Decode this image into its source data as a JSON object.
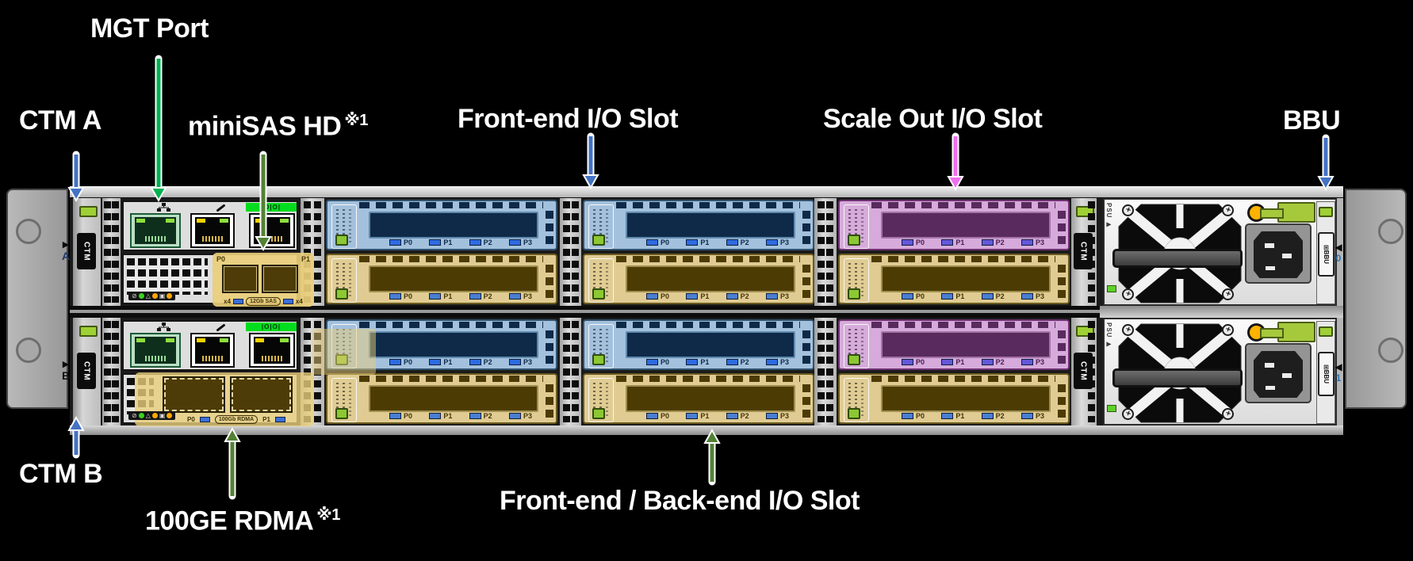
{
  "callouts": {
    "mgt_port": {
      "text": "MGT Port",
      "arrow_color": "#00b050"
    },
    "ctm_a": {
      "text": "CTM A",
      "arrow_color": "#4472c4"
    },
    "minisas_hd": {
      "text": "miniSAS HD",
      "note": "※1",
      "arrow_color": "#538135"
    },
    "front_end": {
      "text": "Front-end I/O Slot",
      "arrow_color": "#4472c4"
    },
    "scale_out": {
      "text": "Scale Out I/O Slot",
      "arrow_color": "#f06ef0"
    },
    "bbu": {
      "text": "BBU",
      "arrow_color": "#4472c4"
    },
    "ctm_b": {
      "text": "CTM B",
      "arrow_color": "#4472c4"
    },
    "rdma_100ge": {
      "text": "100GE RDMA",
      "note": "※1",
      "arrow_color": "#538135"
    },
    "front_back": {
      "text": "Front-end / Back-end I/O Slot",
      "arrow_color": "#538135"
    }
  },
  "chassis": {
    "ctm_tab": "CTM",
    "psu_tab": "PSU ▶",
    "bbu_tab": "BBU",
    "bbu_icon": "⊞",
    "row_a_marker": "A",
    "row_b_marker": "B",
    "marker_arrow": "▶",
    "psu_marker": "◀",
    "psu_a_number": "0",
    "psu_b_number": "1",
    "serial_bar": "|O|O|",
    "card_ports": [
      "P0",
      "P1",
      "P2",
      "P3"
    ],
    "status_icons": [
      "⊘",
      "△",
      "▣"
    ],
    "minisas": {
      "p0": "P0",
      "p1": "P1",
      "x4_left": "x4",
      "speed": "12Gb SAS",
      "x4_right": "x4"
    },
    "rdma": {
      "p0": "P0",
      "speed": "100Gb RDMA",
      "p1": "P1"
    },
    "colors": {
      "front_end_card": "#a3c1dd",
      "front_back_card": "#e0cc93",
      "scale_out_card": "#d6abdb",
      "highlight": "#e9ce7a",
      "mgt_green": "#00dd1e"
    }
  }
}
